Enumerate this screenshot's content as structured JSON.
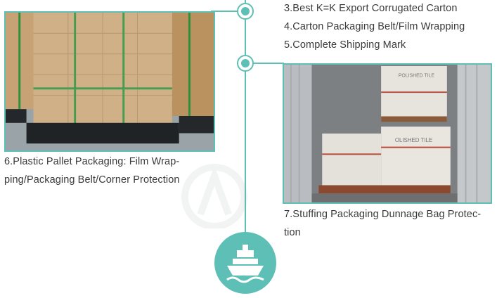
{
  "list_top": [
    "3.Best K=K Export Corrugated Carton",
    "4.Carton Packaging Belt/Film Wrapping",
    "5.Complete Shipping Mark"
  ],
  "caption_pallet": [
    "6.Plastic Pallet Packaging: Film Wrap-",
    "ping/Packaging Belt/Corner Protection"
  ],
  "caption_container": [
    "7.Stuffing Packaging Dunnage Bag Protec-",
    "tion"
  ],
  "carton_label": "OLISHED TILE",
  "carton_label_top": "POLISHED TILE",
  "colors": {
    "accent": "#5dbfb5",
    "text": "#3a3a3a"
  },
  "icons": {
    "timeline_node": "circle-dot-icon",
    "shipping": "ship-icon"
  }
}
